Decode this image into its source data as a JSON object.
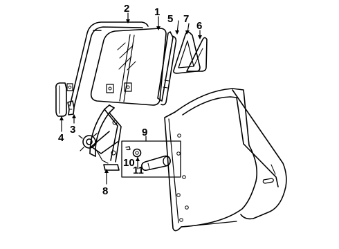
{
  "diagram": {
    "callouts": [
      {
        "id": "c1",
        "label": "1"
      },
      {
        "id": "c2",
        "label": "2"
      },
      {
        "id": "c3",
        "label": "3"
      },
      {
        "id": "c4",
        "label": "4"
      },
      {
        "id": "c5",
        "label": "5"
      },
      {
        "id": "c6",
        "label": "6"
      },
      {
        "id": "c7",
        "label": "7"
      },
      {
        "id": "c8",
        "label": "8"
      },
      {
        "id": "c9",
        "label": "9"
      },
      {
        "id": "c10",
        "label": "10"
      },
      {
        "id": "c11",
        "label": "11"
      }
    ],
    "line_color": "#000000",
    "background": "#ffffff"
  }
}
